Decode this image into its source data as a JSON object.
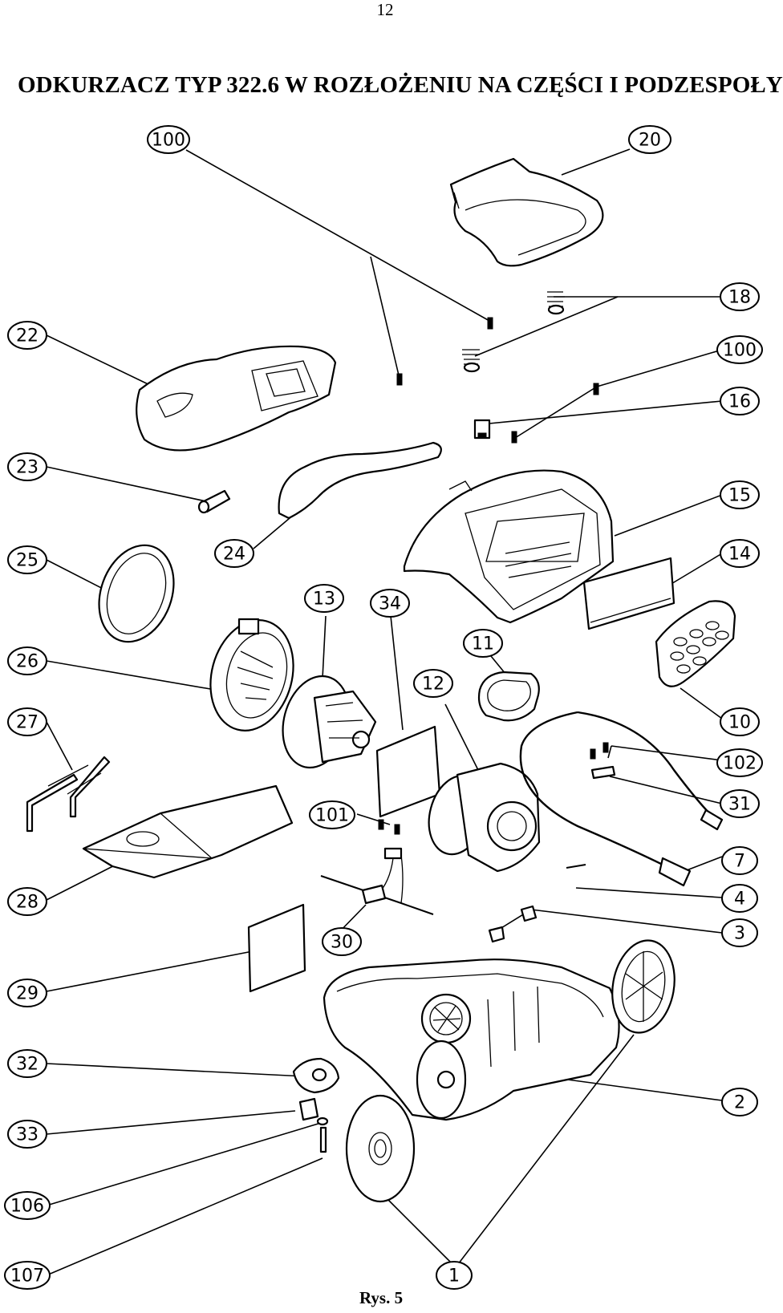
{
  "page_number": "12",
  "title": "ODKURZACZ TYP 322.6 W ROZŁOŻENIU NA CZĘŚCI I PODZESPOŁY",
  "caption": "Rys. 5",
  "callouts": [
    "100",
    "20",
    "18",
    "22",
    "100",
    "16",
    "23",
    "15",
    "25",
    "24",
    "14",
    "13",
    "34",
    "11",
    "26",
    "12",
    "10",
    "27",
    "102",
    "101",
    "31",
    "7",
    "28",
    "4",
    "30",
    "3",
    "29",
    "32",
    "2",
    "33",
    "106",
    "107",
    "1"
  ]
}
